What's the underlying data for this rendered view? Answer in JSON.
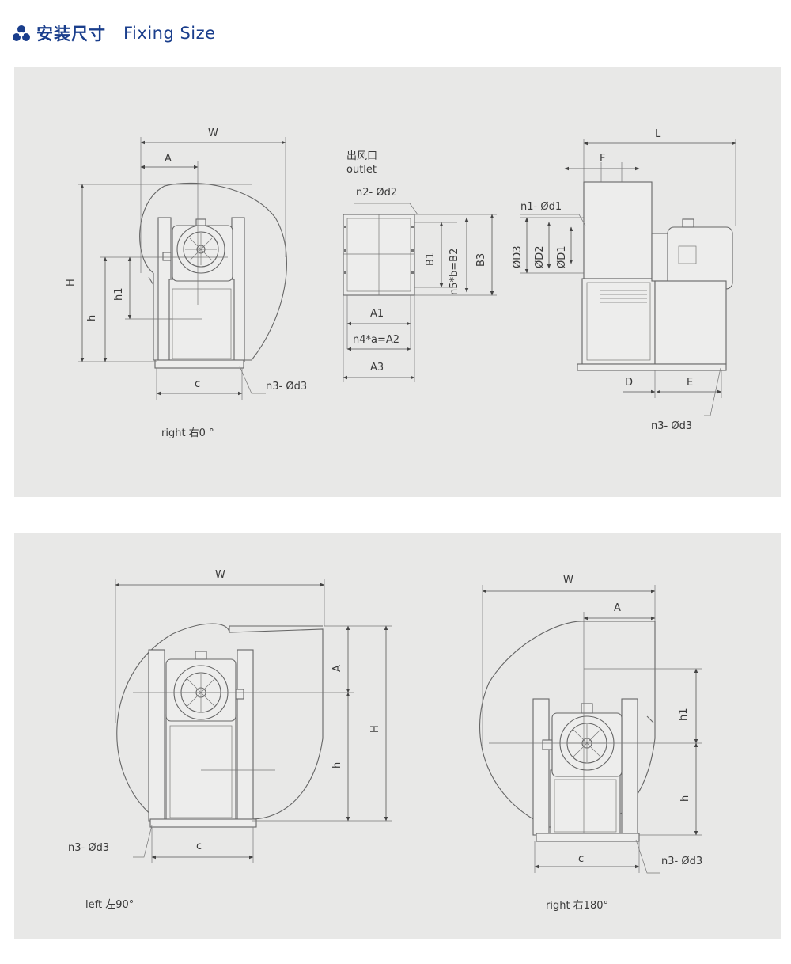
{
  "header": {
    "title_cn": "安装尺寸",
    "title_en": "Fixing Size",
    "logo_icon": "tri-blade-fan-icon",
    "color": "#1a3e8c"
  },
  "panel1": {
    "view_right0": {
      "W": "W",
      "A": "A",
      "H": "H",
      "h": "h",
      "h1": "h1",
      "c": "c",
      "n3": "n3- Ød3",
      "caption": "right 右0 °"
    },
    "outlet": {
      "label_cn": "出风口",
      "label_en": "outlet",
      "n2": "n2- Ød2",
      "B1": "B1",
      "n5": "n5*b=B2",
      "B3": "B3",
      "A1": "A1",
      "n4": "n4*a=A2",
      "A3": "A3"
    },
    "side": {
      "L": "L",
      "F": "F",
      "n1": "n1- Ød1",
      "D3": "ØD3",
      "D2": "ØD2",
      "D1": "ØD1",
      "D": "D",
      "E": "E",
      "n3": "n3- Ød3"
    }
  },
  "panel2": {
    "view_left90": {
      "W": "W",
      "A": "A",
      "H": "H",
      "h": "h",
      "c": "c",
      "n3": "n3-  Ød3",
      "caption": "left 左90°"
    },
    "view_right180": {
      "W": "W",
      "A": "A",
      "h1": "h1",
      "h": "h",
      "c": "c",
      "n3": "n3-  Ød3",
      "caption": "right 右180°"
    }
  }
}
